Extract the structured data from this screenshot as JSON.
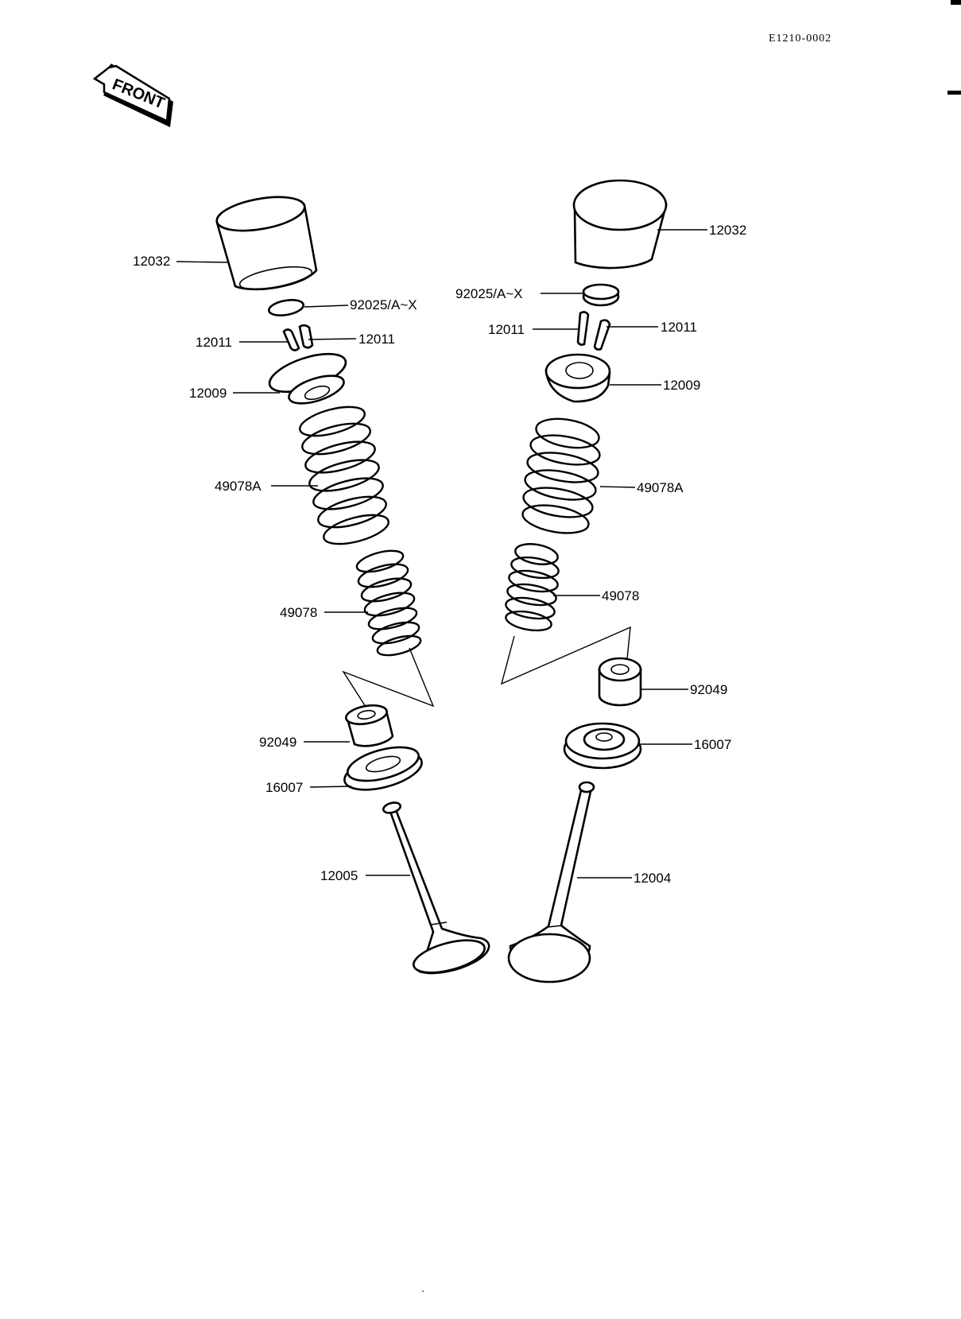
{
  "header": {
    "drawing_code": "E1210-0002",
    "front_label": "FRONT"
  },
  "left_labels": {
    "tappet": "12032",
    "shim": "92025/A~X",
    "cotter_left": "12011",
    "cotter_right": "12011",
    "retainer": "12009",
    "outer_spring": "49078A",
    "inner_spring": "49078",
    "stem_seal": "92049",
    "spring_seat": "16007",
    "exhaust_valve": "12005"
  },
  "right_labels": {
    "tappet": "12032",
    "shim": "92025/A~X",
    "cotter_left": "12011",
    "cotter_right": "12011",
    "retainer": "12009",
    "outer_spring": "49078A",
    "inner_spring": "49078",
    "stem_seal": "92049",
    "spring_seat": "16007",
    "intake_valve": "12004"
  }
}
